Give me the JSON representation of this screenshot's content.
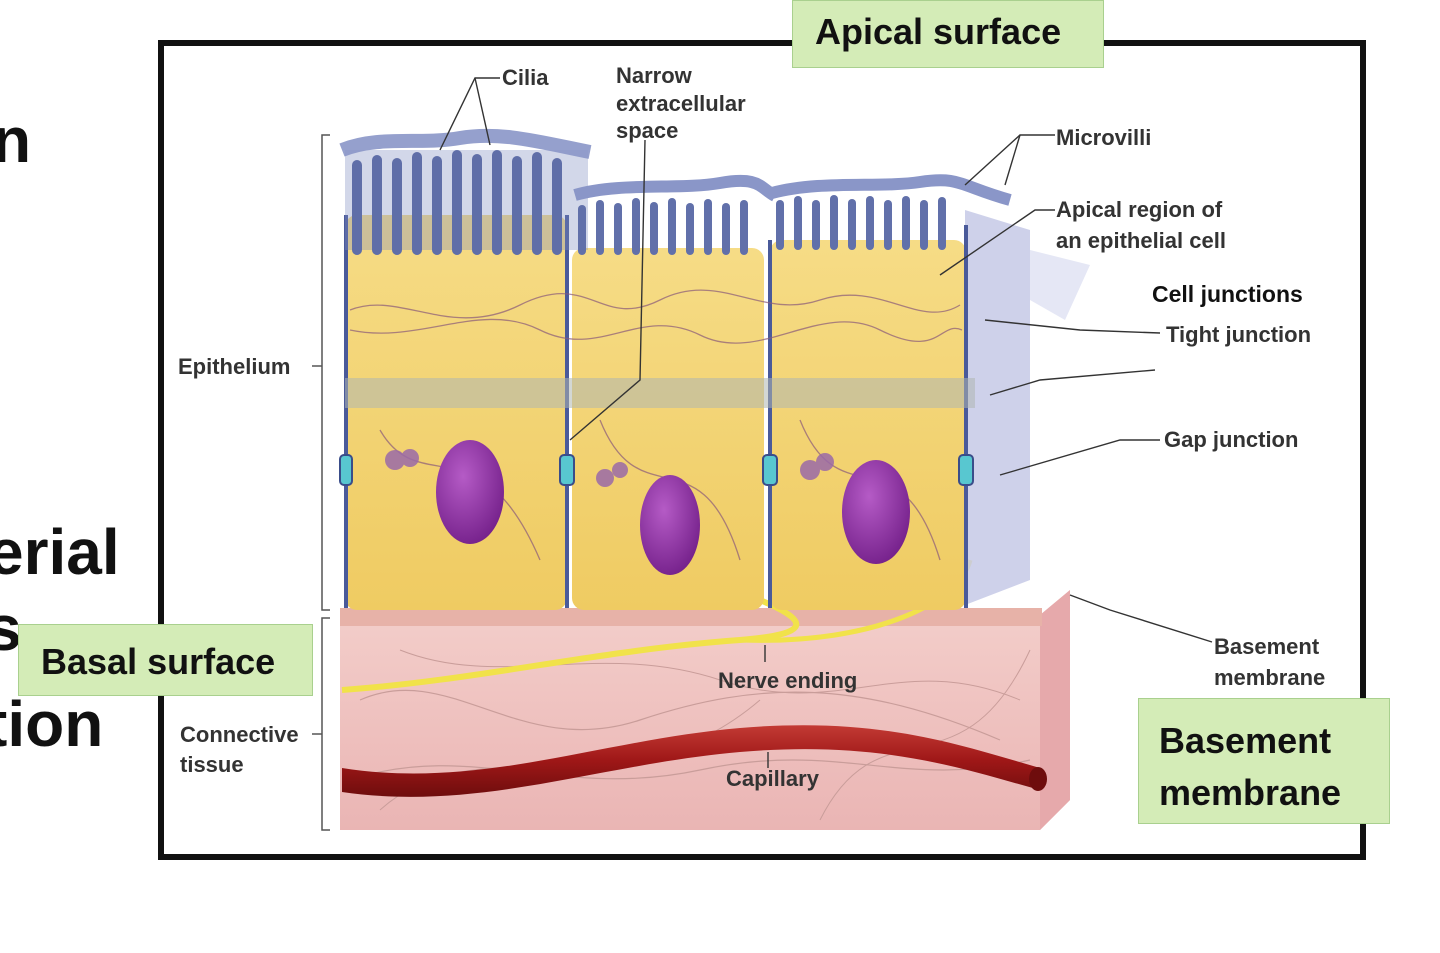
{
  "slide": {
    "fragments": [
      "n",
      "erial",
      "s",
      "tion"
    ]
  },
  "callouts": {
    "apical": "Apical surface",
    "basal": "Basal surface",
    "basement_line1": "Basement",
    "basement_line2": "membrane"
  },
  "labels": {
    "cilia": "Cilia",
    "narrow_line1": "Narrow",
    "narrow_line2": "extracellular",
    "narrow_line3": "space",
    "microvilli": "Microvilli",
    "apical_region_line1": "Apical region of",
    "apical_region_line2": "an epithelial cell",
    "cell_junctions": "Cell junctions",
    "tight_junction": "Tight junction",
    "gap_junction": "Gap junction",
    "epithelium": "Epithelium",
    "connective_line1": "Connective",
    "connective_line2": "tissue",
    "nerve_ending": "Nerve ending",
    "capillary": "Capillary",
    "basement_line1": "Basement",
    "basement_line2": "membrane"
  },
  "colors": {
    "callout_fill": "#d4ecb7",
    "cell_cytoplasm": "#f3d47a",
    "nucleus": "#8e2fa3",
    "connective_tissue": "#f0c4c2",
    "capillary": "#a51c1c",
    "nerve": "#f1e24a",
    "cilia": "#5f6ea8"
  }
}
